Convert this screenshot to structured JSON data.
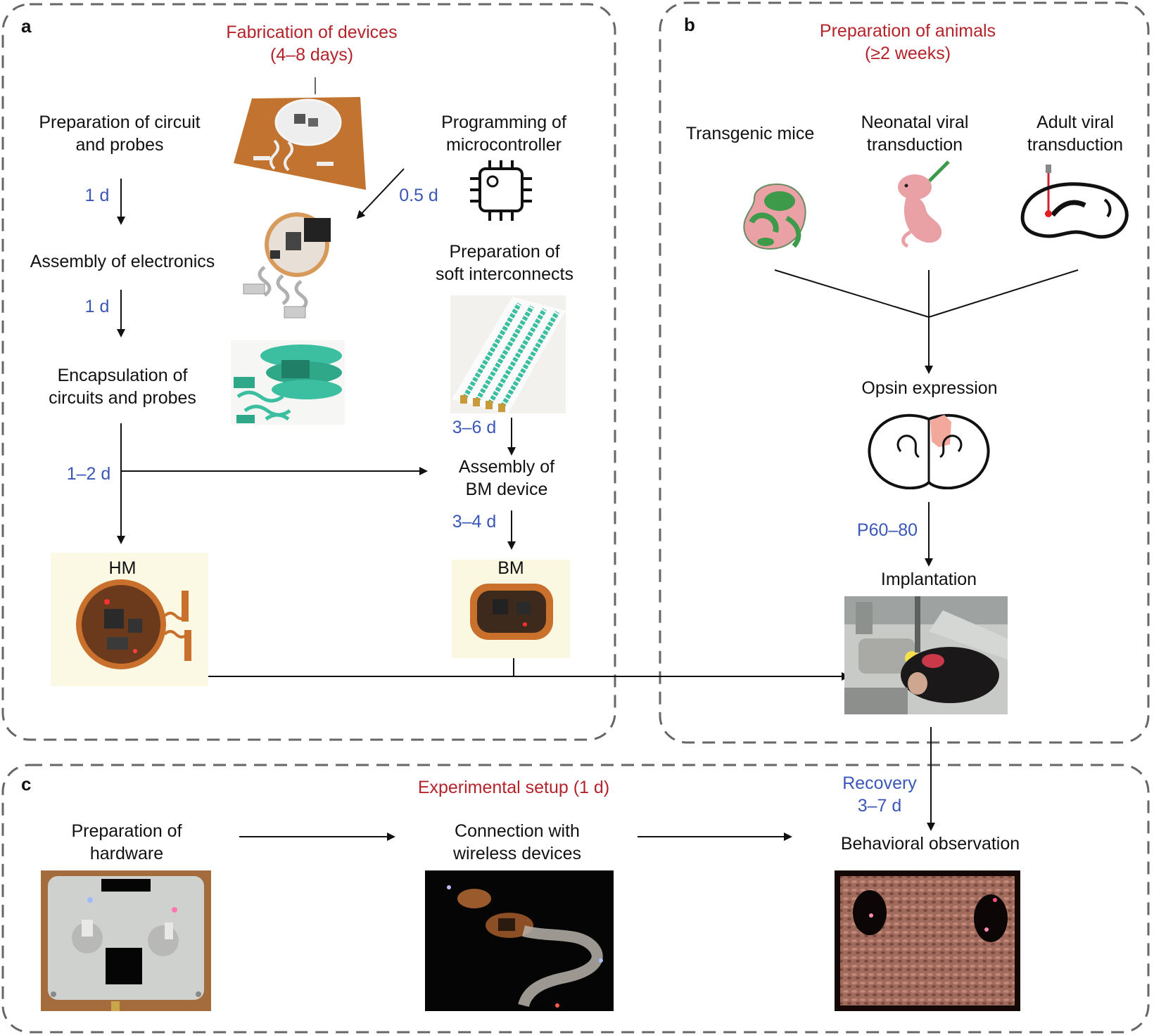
{
  "panels": {
    "a": {
      "letter": "a",
      "title": "Fabrication of devices",
      "duration": "(4–8 days)",
      "steps": {
        "circuit_probes": "Preparation of circuit\nand probes",
        "microcontroller": "Programming of\nmicrocontroller",
        "assembly_electronics": "Assembly of electronics",
        "soft_interconnects": "Preparation of\nsoft interconnects",
        "encapsulation": "Encapsulation of\ncircuits and probes",
        "assembly_bm": "Assembly of\nBM device",
        "hm": "HM",
        "bm": "BM"
      },
      "times": {
        "t1": "1 d",
        "t2": "0.5 d",
        "t3": "1 d",
        "t4": "3–6 d",
        "t5": "1–2 d",
        "t6": "3–4 d"
      }
    },
    "b": {
      "letter": "b",
      "title": "Preparation of animals",
      "duration": "(≥2 weeks)",
      "sources": {
        "transgenic": "Transgenic mice",
        "neonatal": "Neonatal viral\ntransduction",
        "adult": "Adult viral\ntransduction"
      },
      "opsin": "Opsin expression",
      "age": "P60–80",
      "implantation": "Implantation"
    },
    "c": {
      "letter": "c",
      "title": "Experimental setup (1 d)",
      "steps": {
        "hardware": "Preparation of\nhardware",
        "connection": "Connection with\nwireless devices",
        "recovery": "Recovery\n3–7 d",
        "behavior": "Behavioral observation"
      }
    }
  },
  "colors": {
    "title_red": "#b5232a",
    "time_blue": "#3b57b8",
    "dashed_border": "#666666",
    "circuit_copper": "#c2732f",
    "encapsulant_teal": "#3cbfa0",
    "mouse_pink": "#e9a1a6",
    "opsin_green": "#3c9a4a"
  },
  "icons": [
    "microchip-icon",
    "embryo-icon",
    "neonatal-mouse-icon",
    "adult-brain-icon",
    "brain-section-icon"
  ]
}
